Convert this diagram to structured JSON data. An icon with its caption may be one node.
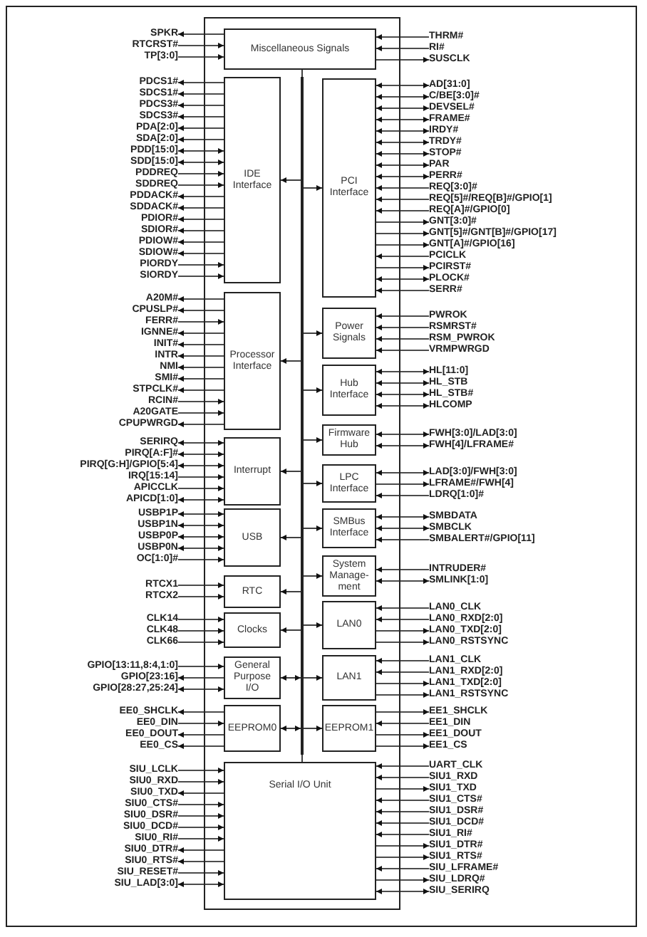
{
  "diagram": {
    "nodes": [
      {
        "text": [],
        "shape": "box"
      },
      {
        "text": [
          "Miscellaneous Signals"
        ],
        "in": 0
      },
      {
        "text": [
          "IDE Interface"
        ],
        "in": 0
      },
      {
        "text": [
          "PCI Interface"
        ],
        "in": 0
      },
      {
        "text": [
          "Processor Interface"
        ],
        "in": 0
      },
      {
        "text": [
          "Power Signals"
        ],
        "in": 0
      },
      {
        "text": [
          "Hub Interface"
        ],
        "in": 0
      },
      {
        "text": [
          "Firmware Hub"
        ],
        "in": 0
      },
      {
        "text": [
          "Interrupt"
        ],
        "in": 0
      },
      {
        "text": [
          "LPC Interface"
        ],
        "in": 0
      },
      {
        "text": [
          "USB"
        ],
        "in": 0
      },
      {
        "text": [
          "SMBus Interface"
        ],
        "in": 0
      },
      {
        "text": [
          "System Manage-ment"
        ],
        "in": 0
      },
      {
        "text": [
          "RTC"
        ],
        "in": 0
      },
      {
        "text": [
          "Clocks"
        ],
        "in": 0
      },
      {
        "text": [
          "LAN0"
        ],
        "in": 0
      },
      {
        "text": [
          "General Purpose I/O"
        ],
        "in": 0
      },
      {
        "text": [
          "LAN1"
        ],
        "in": 0
      },
      {
        "text": [
          "EEPROM0"
        ],
        "in": 0
      },
      {
        "text": [
          "EEPROM1"
        ],
        "in": 0
      },
      {
        "text": [
          "Serial I/O Unit"
        ],
        "in": 0
      },
      {
        "text": [],
        "shape": "bar",
        "in": 0
      },
      {
        "text": [
          "SPKR"
        ]
      },
      {
        "text": [
          "RTCRST#"
        ]
      },
      {
        "text": [
          "TP[3:0]"
        ]
      },
      {
        "text": [
          "PDCS1#"
        ]
      },
      {
        "text": [
          "SDCS1#"
        ]
      },
      {
        "text": [
          "PDCS3#"
        ]
      },
      {
        "text": [
          "SDCS3#"
        ]
      },
      {
        "text": [
          "PDA[2:0]"
        ]
      },
      {
        "text": [
          "SDA[2:0]"
        ]
      },
      {
        "text": [
          "PDD[15:0]"
        ]
      },
      {
        "text": [
          "SDD[15:0]"
        ]
      },
      {
        "text": [
          "PDDREQ"
        ]
      },
      {
        "text": [
          "SDDREQ"
        ]
      },
      {
        "text": [
          "PDDACK#"
        ]
      },
      {
        "text": [
          "SDDACK#"
        ]
      },
      {
        "text": [
          "PDIOR#"
        ]
      },
      {
        "text": [
          "SDIOR#"
        ]
      },
      {
        "text": [
          "PDIOW#"
        ]
      },
      {
        "text": [
          "SDIOW#"
        ]
      },
      {
        "text": [
          "PIORDY"
        ]
      },
      {
        "text": [
          "SIORDY"
        ]
      },
      {
        "text": [
          "A20M#"
        ]
      },
      {
        "text": [
          "CPUSLP#"
        ]
      },
      {
        "text": [
          "FERR#"
        ]
      },
      {
        "text": [
          "IGNNE#"
        ]
      },
      {
        "text": [
          "INIT#"
        ]
      },
      {
        "text": [
          "INTR"
        ]
      },
      {
        "text": [
          "NMI"
        ]
      },
      {
        "text": [
          "SMI#"
        ]
      },
      {
        "text": [
          "STPCLK#"
        ]
      },
      {
        "text": [
          "RCIN#"
        ]
      },
      {
        "text": [
          "A20GATE"
        ]
      },
      {
        "text": [
          "CPUPWRGD"
        ]
      },
      {
        "text": [
          "SERIRQ"
        ]
      },
      {
        "text": [
          "PIRQ[A:F]#"
        ]
      },
      {
        "text": [
          "PIRQ[G:H]/GPIO[5:4]"
        ]
      },
      {
        "text": [
          "IRQ[15:14]"
        ]
      },
      {
        "text": [
          "APICCLK"
        ]
      },
      {
        "text": [
          "APICD[1:0]"
        ]
      },
      {
        "text": [
          "USBP1P"
        ]
      },
      {
        "text": [
          "USBP1N"
        ]
      },
      {
        "text": [
          "USBP0P"
        ]
      },
      {
        "text": [
          "USBP0N"
        ]
      },
      {
        "text": [
          "OC[1:0]#"
        ]
      },
      {
        "text": [
          "RTCX1"
        ]
      },
      {
        "text": [
          "RTCX2"
        ]
      },
      {
        "text": [
          "CLK14"
        ]
      },
      {
        "text": [
          "CLK48"
        ]
      },
      {
        "text": [
          "CLK66"
        ]
      },
      {
        "text": [
          "GPIO[13:11,8:4,1:0]"
        ]
      },
      {
        "text": [
          "GPIO[23:16]"
        ]
      },
      {
        "text": [
          "GPIO[28:27,25:24]"
        ]
      },
      {
        "text": [
          "EE0_SHCLK"
        ]
      },
      {
        "text": [
          "EE0_DIN"
        ]
      },
      {
        "text": [
          "EE0_DOUT"
        ]
      },
      {
        "text": [
          "EE0_CS"
        ]
      },
      {
        "text": [
          "SIU_LCLK"
        ]
      },
      {
        "text": [
          "SIU0_RXD"
        ]
      },
      {
        "text": [
          "SIU0_TXD"
        ]
      },
      {
        "text": [
          "SIU0_CTS#"
        ]
      },
      {
        "text": [
          "SIU0_DSR#"
        ]
      },
      {
        "text": [
          "SIU0_DCD#"
        ]
      },
      {
        "text": [
          "SIU0_RI#"
        ]
      },
      {
        "text": [
          "SIU0_DTR#"
        ]
      },
      {
        "text": [
          "SIU0_RTS#"
        ]
      },
      {
        "text": [
          "SIU_RESET#"
        ]
      },
      {
        "text": [
          "SIU_LAD[3:0]"
        ]
      },
      {
        "text": [
          "THRM#"
        ]
      },
      {
        "text": [
          "RI#"
        ]
      },
      {
        "text": [
          "SUSCLK"
        ]
      },
      {
        "text": [
          "AD[31:0]"
        ]
      },
      {
        "text": [
          "C/BE[3:0]#"
        ]
      },
      {
        "text": [
          "DEVSEL#"
        ]
      },
      {
        "text": [
          "FRAME#"
        ]
      },
      {
        "text": [
          "IRDY#"
        ]
      },
      {
        "text": [
          "TRDY#"
        ]
      },
      {
        "text": [
          "STOP#"
        ]
      },
      {
        "text": [
          "PAR"
        ]
      },
      {
        "text": [
          "PERR#"
        ]
      },
      {
        "text": [
          "REQ[3:0]#"
        ]
      },
      {
        "text": [
          "REQ[5]#/REQ[B]#/GPIO[1]"
        ]
      },
      {
        "text": [
          "REQ[A]#/GPIO[0]"
        ]
      },
      {
        "text": [
          "GNT[3:0]#"
        ]
      },
      {
        "text": [
          "GNT[5]#/GNT[B]#/GPIO[17]"
        ]
      },
      {
        "text": [
          "GNT[A]#/GPIO[16]"
        ]
      },
      {
        "text": [
          "PCICLK"
        ]
      },
      {
        "text": [
          "PCIRST#"
        ]
      },
      {
        "text": [
          "PLOCK#"
        ]
      },
      {
        "text": [
          "SERR#"
        ]
      },
      {
        "text": [
          "PWROK"
        ]
      },
      {
        "text": [
          "RSMRST#"
        ]
      },
      {
        "text": [
          "RSM_PWROK"
        ]
      },
      {
        "text": [
          "VRMPWRGD"
        ]
      },
      {
        "text": [
          "HL[11:0]"
        ]
      },
      {
        "text": [
          "HL_STB"
        ]
      },
      {
        "text": [
          "HL_STB#"
        ]
      },
      {
        "text": [
          "HLCOMP"
        ]
      },
      {
        "text": [
          "FWH[3:0]/LAD[3:0]"
        ]
      },
      {
        "text": [
          "FWH[4]/LFRAME#"
        ]
      },
      {
        "text": [
          "LAD[3:0]/FWH[3:0]"
        ]
      },
      {
        "text": [
          "LFRAME#/FWH[4]"
        ]
      },
      {
        "text": [
          "LDRQ[1:0]#"
        ]
      },
      {
        "text": [
          "SMBDATA"
        ]
      },
      {
        "text": [
          "SMBCLK"
        ]
      },
      {
        "text": [
          "SMBALERT#/GPIO[11]"
        ]
      },
      {
        "text": [
          "INTRUDER#"
        ]
      },
      {
        "text": [
          "SMLINK[1:0]"
        ]
      },
      {
        "text": [
          "LAN0_CLK"
        ]
      },
      {
        "text": [
          "LAN0_RXD[2:0]"
        ]
      },
      {
        "text": [
          "LAN0_TXD[2:0]"
        ]
      },
      {
        "text": [
          "LAN0_RSTSYNC"
        ]
      },
      {
        "text": [
          "LAN1_CLK"
        ]
      },
      {
        "text": [
          "LAN1_RXD[2:0]"
        ]
      },
      {
        "text": [
          "LAN1_TXD[2:0]"
        ]
      },
      {
        "text": [
          "LAN1_RSTSYNC"
        ]
      },
      {
        "text": [
          "EE1_SHCLK"
        ]
      },
      {
        "text": [
          "EE1_DIN"
        ]
      },
      {
        "text": [
          "EE1_DOUT"
        ]
      },
      {
        "text": [
          "EE1_CS"
        ]
      },
      {
        "text": [
          "UART_CLK"
        ]
      },
      {
        "text": [
          "SIU1_RXD"
        ]
      },
      {
        "text": [
          "SIU1_TXD"
        ]
      },
      {
        "text": [
          "SIU1_CTS#"
        ]
      },
      {
        "text": [
          "SIU1_DSR#"
        ]
      },
      {
        "text": [
          "SIU1_DCD#"
        ]
      },
      {
        "text": [
          "SIU1_RI#"
        ]
      },
      {
        "text": [
          "SIU1_DTR#"
        ]
      },
      {
        "text": [
          "SIU1_RTS#"
        ]
      },
      {
        "text": [
          "SIU_LFRAME#"
        ]
      },
      {
        "text": [
          "SIU_LDRQ#"
        ]
      },
      {
        "text": [
          "SIU_SERIRQ"
        ]
      }
    ],
    "edges": [
      {
        "from": 21,
        "to": 1,
        "arrow": "none"
      },
      {
        "from": 21,
        "to": 2,
        "arrow": "to"
      },
      {
        "from": 21,
        "to": 3,
        "arrow": "to"
      },
      {
        "from": 21,
        "to": 4,
        "arrow": "to"
      },
      {
        "from": 21,
        "to": 5,
        "arrow": "to"
      },
      {
        "from": 21,
        "to": 6,
        "arrow": "to"
      },
      {
        "from": 21,
        "to": 7,
        "arrow": "to"
      },
      {
        "from": 21,
        "to": 8,
        "arrow": "to"
      },
      {
        "from": 21,
        "to": 9,
        "arrow": "to"
      },
      {
        "from": 21,
        "to": 10,
        "arrow": "to"
      },
      {
        "from": 21,
        "to": 11,
        "arrow": "to"
      },
      {
        "from": 21,
        "to": 12,
        "arrow": "to"
      },
      {
        "from": 21,
        "to": 13,
        "arrow": "to"
      },
      {
        "from": 21,
        "to": 14,
        "arrow": "to"
      },
      {
        "from": 21,
        "to": 15,
        "arrow": "to"
      },
      {
        "from": 21,
        "to": 16,
        "arrow": "both"
      },
      {
        "from": 21,
        "to": 17,
        "arrow": "to"
      },
      {
        "from": 21,
        "to": 18,
        "arrow": "both"
      },
      {
        "from": 21,
        "to": 19,
        "arrow": "to"
      },
      {
        "from": 21,
        "to": 20,
        "arrow": "none"
      },
      {
        "from": 1,
        "to": 22,
        "arrow": "to"
      },
      {
        "from": 23,
        "to": 1,
        "arrow": "to"
      },
      {
        "from": 24,
        "to": 1,
        "arrow": "to"
      },
      {
        "from": 2,
        "to": 25,
        "arrow": "to"
      },
      {
        "from": 2,
        "to": 26,
        "arrow": "to"
      },
      {
        "from": 2,
        "to": 27,
        "arrow": "to"
      },
      {
        "from": 2,
        "to": 28,
        "arrow": "to"
      },
      {
        "from": 2,
        "to": 29,
        "arrow": "to"
      },
      {
        "from": 2,
        "to": 30,
        "arrow": "to"
      },
      {
        "from": 31,
        "to": 2,
        "arrow": "both"
      },
      {
        "from": 32,
        "to": 2,
        "arrow": "both"
      },
      {
        "from": 33,
        "to": 2,
        "arrow": "to"
      },
      {
        "from": 34,
        "to": 2,
        "arrow": "to"
      },
      {
        "from": 2,
        "to": 35,
        "arrow": "to"
      },
      {
        "from": 2,
        "to": 36,
        "arrow": "to"
      },
      {
        "from": 2,
        "to": 37,
        "arrow": "to"
      },
      {
        "from": 2,
        "to": 38,
        "arrow": "to"
      },
      {
        "from": 2,
        "to": 39,
        "arrow": "to"
      },
      {
        "from": 2,
        "to": 40,
        "arrow": "to"
      },
      {
        "from": 41,
        "to": 2,
        "arrow": "to"
      },
      {
        "from": 42,
        "to": 2,
        "arrow": "to"
      },
      {
        "from": 4,
        "to": 43,
        "arrow": "to"
      },
      {
        "from": 4,
        "to": 44,
        "arrow": "to"
      },
      {
        "from": 45,
        "to": 4,
        "arrow": "to"
      },
      {
        "from": 4,
        "to": 46,
        "arrow": "to"
      },
      {
        "from": 4,
        "to": 47,
        "arrow": "to"
      },
      {
        "from": 4,
        "to": 48,
        "arrow": "to"
      },
      {
        "from": 4,
        "to": 49,
        "arrow": "to"
      },
      {
        "from": 4,
        "to": 50,
        "arrow": "to"
      },
      {
        "from": 4,
        "to": 51,
        "arrow": "to"
      },
      {
        "from": 52,
        "to": 4,
        "arrow": "to"
      },
      {
        "from": 53,
        "to": 4,
        "arrow": "to"
      },
      {
        "from": 4,
        "to": 54,
        "arrow": "to"
      },
      {
        "from": 55,
        "to": 8,
        "arrow": "both"
      },
      {
        "from": 56,
        "to": 8,
        "arrow": "both"
      },
      {
        "from": 57,
        "to": 8,
        "arrow": "both"
      },
      {
        "from": 58,
        "to": 8,
        "arrow": "to"
      },
      {
        "from": 59,
        "to": 8,
        "arrow": "to"
      },
      {
        "from": 60,
        "to": 8,
        "arrow": "both"
      },
      {
        "from": 61,
        "to": 10,
        "arrow": "both"
      },
      {
        "from": 62,
        "to": 10,
        "arrow": "both"
      },
      {
        "from": 63,
        "to": 10,
        "arrow": "both"
      },
      {
        "from": 64,
        "to": 10,
        "arrow": "both"
      },
      {
        "from": 65,
        "to": 10,
        "arrow": "to"
      },
      {
        "from": 66,
        "to": 13,
        "arrow": "to"
      },
      {
        "from": 67,
        "to": 13,
        "arrow": "to"
      },
      {
        "from": 68,
        "to": 14,
        "arrow": "to"
      },
      {
        "from": 69,
        "to": 14,
        "arrow": "to"
      },
      {
        "from": 70,
        "to": 14,
        "arrow": "to"
      },
      {
        "from": 71,
        "to": 16,
        "arrow": "to"
      },
      {
        "from": 16,
        "to": 72,
        "arrow": "to"
      },
      {
        "from": 73,
        "to": 16,
        "arrow": "both"
      },
      {
        "from": 18,
        "to": 74,
        "arrow": "to"
      },
      {
        "from": 75,
        "to": 18,
        "arrow": "to"
      },
      {
        "from": 18,
        "to": 76,
        "arrow": "to"
      },
      {
        "from": 18,
        "to": 77,
        "arrow": "to"
      },
      {
        "from": 78,
        "to": 20,
        "arrow": "to"
      },
      {
        "from": 79,
        "to": 20,
        "arrow": "to"
      },
      {
        "from": 20,
        "to": 80,
        "arrow": "to"
      },
      {
        "from": 81,
        "to": 20,
        "arrow": "to"
      },
      {
        "from": 82,
        "to": 20,
        "arrow": "to"
      },
      {
        "from": 83,
        "to": 20,
        "arrow": "to"
      },
      {
        "from": 84,
        "to": 20,
        "arrow": "to"
      },
      {
        "from": 20,
        "to": 85,
        "arrow": "to"
      },
      {
        "from": 20,
        "to": 86,
        "arrow": "to"
      },
      {
        "from": 87,
        "to": 20,
        "arrow": "to"
      },
      {
        "from": 88,
        "to": 20,
        "arrow": "both"
      },
      {
        "from": 89,
        "to": 1,
        "arrow": "to"
      },
      {
        "from": 90,
        "to": 1,
        "arrow": "to"
      },
      {
        "from": 1,
        "to": 91,
        "arrow": "to"
      },
      {
        "from": 92,
        "to": 3,
        "arrow": "both"
      },
      {
        "from": 93,
        "to": 3,
        "arrow": "both"
      },
      {
        "from": 94,
        "to": 3,
        "arrow": "both"
      },
      {
        "from": 95,
        "to": 3,
        "arrow": "both"
      },
      {
        "from": 96,
        "to": 3,
        "arrow": "both"
      },
      {
        "from": 97,
        "to": 3,
        "arrow": "both"
      },
      {
        "from": 98,
        "to": 3,
        "arrow": "both"
      },
      {
        "from": 99,
        "to": 3,
        "arrow": "both"
      },
      {
        "from": 100,
        "to": 3,
        "arrow": "both"
      },
      {
        "from": 101,
        "to": 3,
        "arrow": "to"
      },
      {
        "from": 102,
        "to": 3,
        "arrow": "to"
      },
      {
        "from": 103,
        "to": 3,
        "arrow": "to"
      },
      {
        "from": 3,
        "to": 104,
        "arrow": "to"
      },
      {
        "from": 3,
        "to": 105,
        "arrow": "to"
      },
      {
        "from": 3,
        "to": 106,
        "arrow": "to"
      },
      {
        "from": 107,
        "to": 3,
        "arrow": "to"
      },
      {
        "from": 3,
        "to": 108,
        "arrow": "to"
      },
      {
        "from": 109,
        "to": 3,
        "arrow": "both"
      },
      {
        "from": 110,
        "to": 3,
        "arrow": "to"
      },
      {
        "from": 111,
        "to": 5,
        "arrow": "to"
      },
      {
        "from": 112,
        "to": 5,
        "arrow": "to"
      },
      {
        "from": 113,
        "to": 5,
        "arrow": "to"
      },
      {
        "from": 114,
        "to": 5,
        "arrow": "to"
      },
      {
        "from": 115,
        "to": 6,
        "arrow": "both"
      },
      {
        "from": 116,
        "to": 6,
        "arrow": "both"
      },
      {
        "from": 117,
        "to": 6,
        "arrow": "both"
      },
      {
        "from": 118,
        "to": 6,
        "arrow": "both"
      },
      {
        "from": 119,
        "to": 7,
        "arrow": "both"
      },
      {
        "from": 120,
        "to": 7,
        "arrow": "both"
      },
      {
        "from": 121,
        "to": 9,
        "arrow": "both"
      },
      {
        "from": 9,
        "to": 122,
        "arrow": "to"
      },
      {
        "from": 123,
        "to": 9,
        "arrow": "to"
      },
      {
        "from": 124,
        "to": 11,
        "arrow": "both"
      },
      {
        "from": 125,
        "to": 11,
        "arrow": "both"
      },
      {
        "from": 126,
        "to": 11,
        "arrow": "to"
      },
      {
        "from": 127,
        "to": 12,
        "arrow": "to"
      },
      {
        "from": 128,
        "to": 12,
        "arrow": "both"
      },
      {
        "from": 129,
        "to": 15,
        "arrow": "to"
      },
      {
        "from": 130,
        "to": 15,
        "arrow": "to"
      },
      {
        "from": 15,
        "to": 131,
        "arrow": "to"
      },
      {
        "from": 15,
        "to": 132,
        "arrow": "to"
      },
      {
        "from": 133,
        "to": 17,
        "arrow": "to"
      },
      {
        "from": 134,
        "to": 17,
        "arrow": "to"
      },
      {
        "from": 17,
        "to": 135,
        "arrow": "to"
      },
      {
        "from": 17,
        "to": 136,
        "arrow": "to"
      },
      {
        "from": 19,
        "to": 137,
        "arrow": "to"
      },
      {
        "from": 138,
        "to": 19,
        "arrow": "to"
      },
      {
        "from": 19,
        "to": 139,
        "arrow": "to"
      },
      {
        "from": 19,
        "to": 140,
        "arrow": "to"
      },
      {
        "from": 141,
        "to": 20,
        "arrow": "to"
      },
      {
        "from": 142,
        "to": 20,
        "arrow": "to"
      },
      {
        "from": 20,
        "to": 143,
        "arrow": "to"
      },
      {
        "from": 144,
        "to": 20,
        "arrow": "to"
      },
      {
        "from": 145,
        "to": 20,
        "arrow": "to"
      },
      {
        "from": 146,
        "to": 20,
        "arrow": "to"
      },
      {
        "from": 147,
        "to": 20,
        "arrow": "to"
      },
      {
        "from": 20,
        "to": 148,
        "arrow": "to"
      },
      {
        "from": 20,
        "to": 149,
        "arrow": "to"
      },
      {
        "from": 150,
        "to": 20,
        "arrow": "to"
      },
      {
        "from": 20,
        "to": 151,
        "arrow": "to"
      },
      {
        "from": 152,
        "to": 20,
        "arrow": "both"
      }
    ]
  }
}
